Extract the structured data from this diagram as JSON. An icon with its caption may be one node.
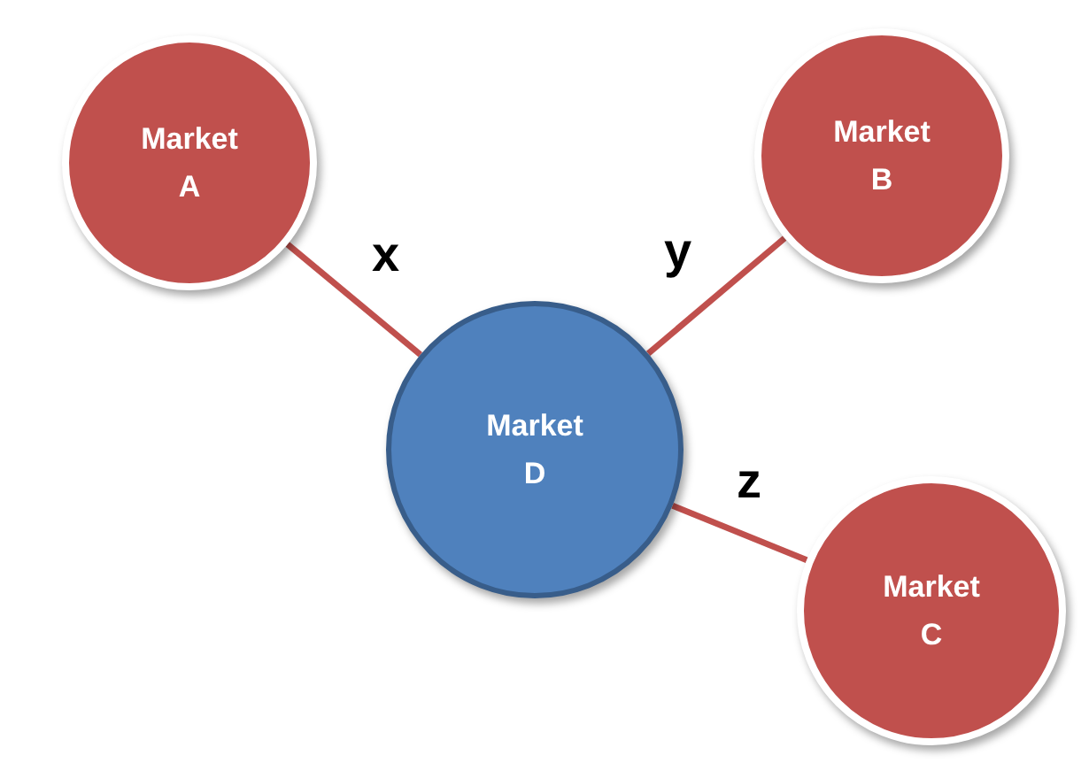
{
  "diagram": {
    "nodes": [
      {
        "text": [
          "Market A"
        ]
      },
      {
        "text": [
          "Market B"
        ]
      },
      {
        "text": [
          "Market D"
        ]
      },
      {
        "text": [
          "Market C"
        ]
      }
    ],
    "edges": [
      {
        "from": 0,
        "to": 2,
        "arrow": "none",
        "label": "x"
      },
      {
        "from": 1,
        "to": 2,
        "arrow": "none",
        "label": "y"
      },
      {
        "from": 2,
        "to": 3,
        "arrow": "none",
        "label": "z"
      }
    ]
  }
}
